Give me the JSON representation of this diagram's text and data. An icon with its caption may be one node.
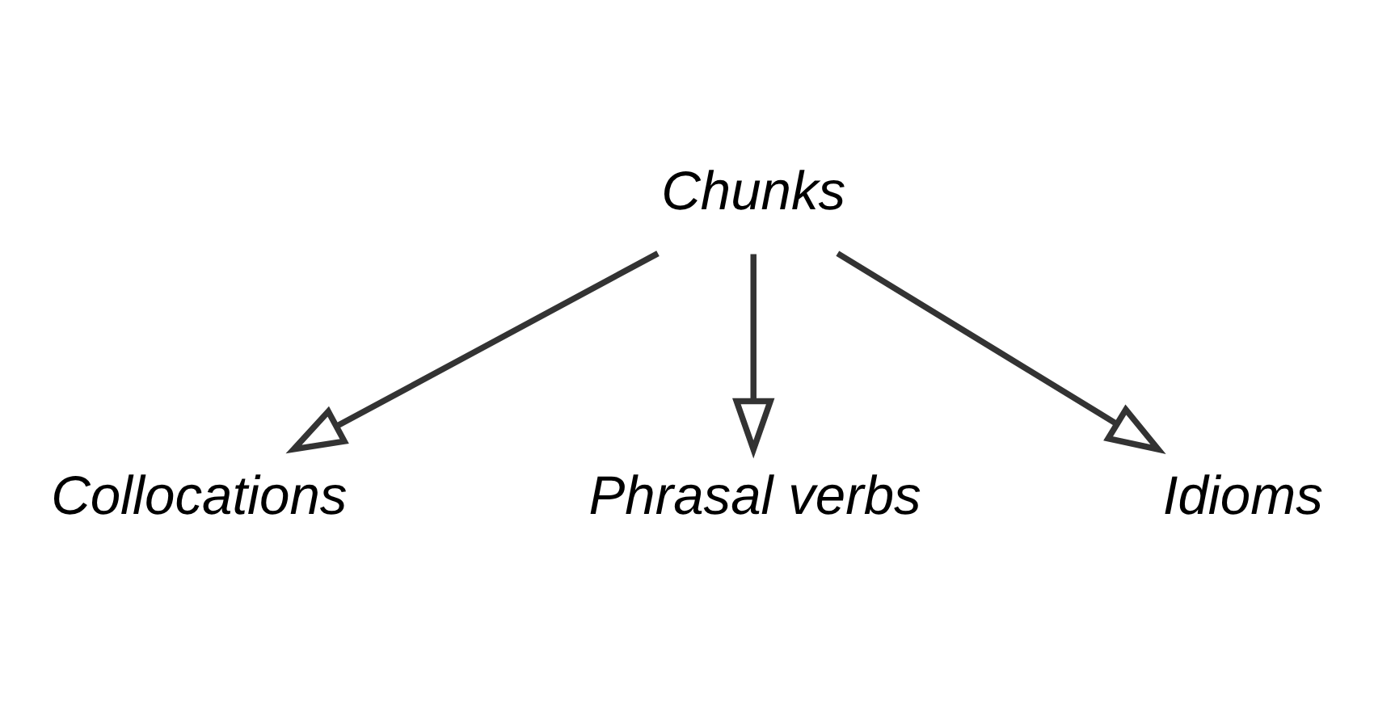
{
  "diagram": {
    "nodes": [
      {
        "text": [
          "Chunks"
        ]
      },
      {
        "text": [
          "Collocations"
        ]
      },
      {
        "text": [
          "Phrasal verbs"
        ]
      },
      {
        "text": [
          "Idioms"
        ]
      }
    ],
    "edges": [
      {
        "from": 0,
        "to": 1,
        "arrow": "to"
      },
      {
        "from": 0,
        "to": 2,
        "arrow": "to"
      },
      {
        "from": 0,
        "to": 3,
        "arrow": "to"
      }
    ]
  }
}
